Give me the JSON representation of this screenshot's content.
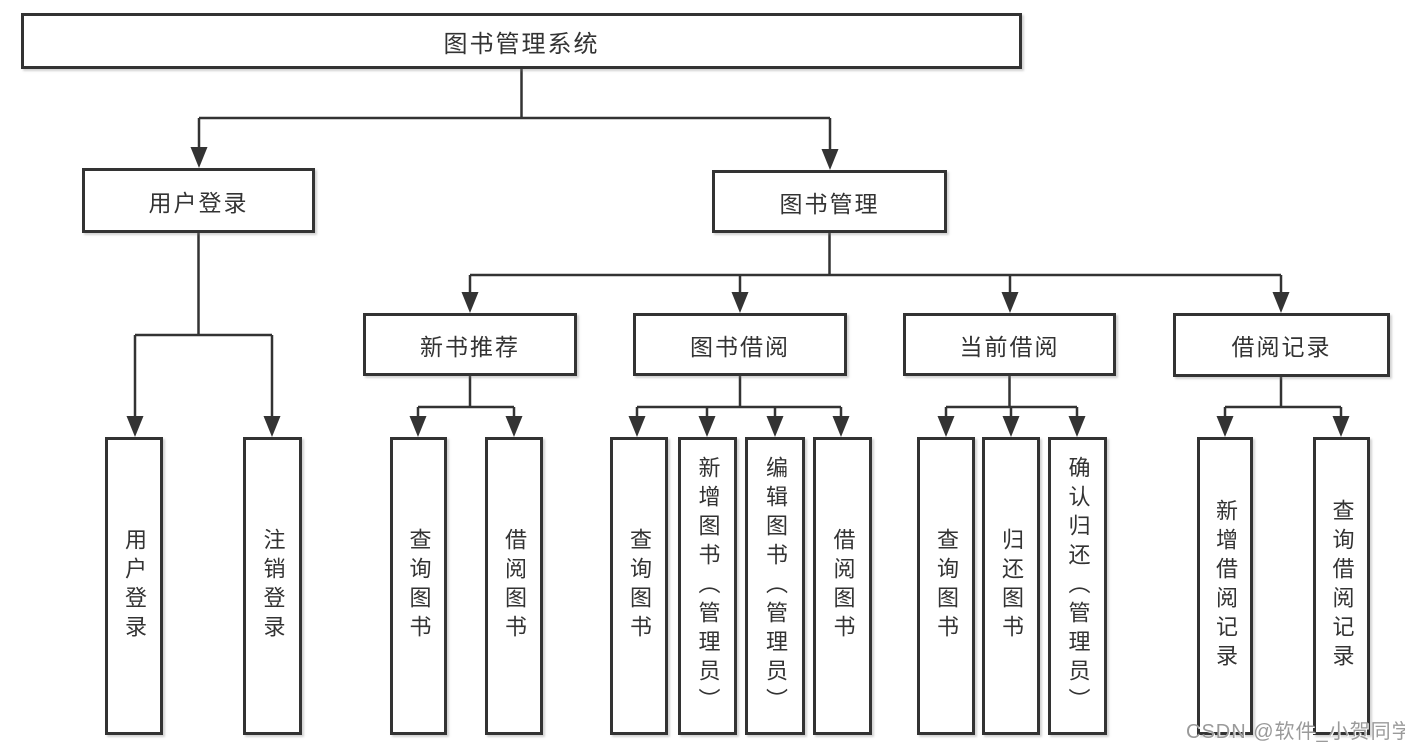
{
  "diagram": {
    "title": "图书管理系统",
    "nodes": {
      "root": "图书管理系统",
      "user_login": "用户登录",
      "book_mgmt": "图书管理",
      "new_books": "新书推荐",
      "borrowing": "图书借阅",
      "current": "当前借阅",
      "records": "借阅记录",
      "ul_login": "用户登录",
      "ul_logout": "注销登录",
      "nb_query": "查询图书",
      "nb_borrow": "借阅图书",
      "bw_query": "查询图书",
      "bw_add": "新增图书（管理员）",
      "bw_edit": "编辑图书（管理员）",
      "bw_borrow": "借阅图书",
      "cu_query": "查询图书",
      "cu_return": "归还图书",
      "cu_confirm": "确认归还（管理员）",
      "rc_add": "新增借阅记录",
      "rc_query": "查询借阅记录"
    },
    "colors": {
      "line": "#333333",
      "text": "#333333",
      "box_background": "#ffffff",
      "watermark": "#9a9a9a"
    }
  },
  "watermark": "CSDN @软件_小贺同学"
}
